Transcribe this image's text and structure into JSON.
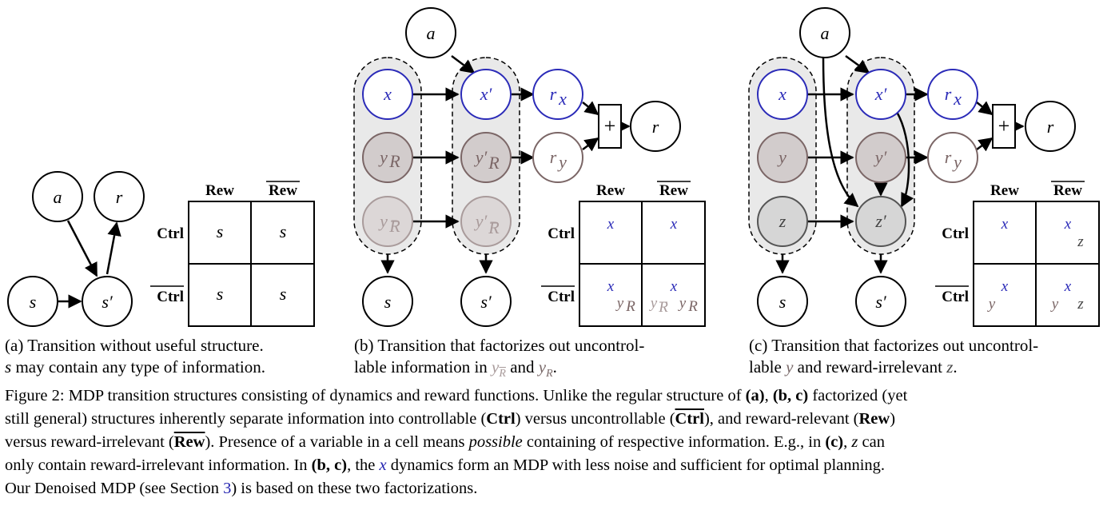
{
  "colors": {
    "controllable": "#2b2bb8",
    "uncontrollable": "#7b6666",
    "noise": "#a99b9b",
    "group_fill": "#e9e9e9"
  },
  "table_headers": {
    "rew": "Rew",
    "rew_bar": "Rew",
    "ctrl": "Ctrl",
    "ctrl_bar": "Ctrl"
  },
  "panel_a": {
    "nodes": {
      "a": "a",
      "r": "r",
      "s": "s",
      "s_prime": "s′"
    },
    "cells": {
      "ctrl_rew": "s",
      "ctrl_rewbar": "s",
      "ctrlbar_rew": "s",
      "ctrlbar_rewbar": "s"
    },
    "caption_label": "(a)",
    "caption_line1": "Transition without useful structure.",
    "caption_var": "s",
    "caption_line2": "may contain any type of information."
  },
  "panel_b": {
    "nodes": {
      "a": "a",
      "x": "x",
      "xp": "x′",
      "rx_main": "r",
      "rx_sub": "x",
      "plus": "+",
      "r": "r",
      "yR_main": "y",
      "yR_sub": "R",
      "yRp_main": "y′",
      "yRp_sub": "R",
      "ry_main": "r",
      "ry_sub": "y",
      "yRb_main": "y",
      "yRb_sub": "R",
      "yRbp_main": "y′",
      "yRbp_sub": "R",
      "s": "s",
      "s_prime": "s′"
    },
    "cells": {
      "ctrl_rew": "x",
      "ctrl_rewbar": "x",
      "ctrlbar_rew_x": "x",
      "ctrlbar_rew_y": "y",
      "ctrlbar_rew_y_sub": "R",
      "ctrlbar_rewbar_x": "x",
      "ctrlbar_rewbar_y1": "y",
      "ctrlbar_rewbar_y1_sub": "R",
      "ctrlbar_rewbar_y2": "y",
      "ctrlbar_rewbar_y2_sub": "R"
    },
    "caption_label": "(b)",
    "caption_line1": "Transition that factorizes out uncontrol-",
    "caption_line2_pre": "lable information in",
    "caption_var1": "y",
    "caption_var1_sub": "R",
    "caption_and": "and",
    "caption_var2": "y",
    "caption_var2_sub": "R",
    "caption_end": "."
  },
  "panel_c": {
    "nodes": {
      "a": "a",
      "x": "x",
      "xp": "x′",
      "rx_main": "r",
      "rx_sub": "x",
      "plus": "+",
      "r": "r",
      "y": "y",
      "yp": "y′",
      "ry_main": "r",
      "ry_sub": "y",
      "z": "z",
      "zp": "z′",
      "s": "s",
      "s_prime": "s′"
    },
    "cells": {
      "ctrl_rew": "x",
      "ctrl_rewbar_x": "x",
      "ctrl_rewbar_z": "z",
      "ctrlbar_rew_x": "x",
      "ctrlbar_rew_y": "y",
      "ctrlbar_rewbar_x": "x",
      "ctrlbar_rewbar_y": "y",
      "ctrlbar_rewbar_z": "z"
    },
    "caption_label": "(c)",
    "caption_line1": "Transition that factorizes out uncontrol-",
    "caption_line2_pre": "lable",
    "caption_var1": "y",
    "caption_mid": "and reward-irrelevant",
    "caption_var2": "z",
    "caption_end": "."
  },
  "caption": {
    "l1_a": "Figure 2: MDP transition structures consisting of dynamics and reward functions. Unlike the regular structure of ",
    "l1_b": "(a)",
    "l1_c": ", ",
    "l1_d": "(b, c)",
    "l1_e": " factorized (yet",
    "l2_a": "still general) structures inherently separate information into controllable (",
    "l2_b": "Ctrl",
    "l2_c": ") versus uncontrollable (",
    "l2_d": "Ctrl",
    "l2_e": "), and reward-relevant (",
    "l2_f": "Rew",
    "l2_g": ")",
    "l3_a": "versus reward-irrelevant (",
    "l3_b": "Rew",
    "l3_c": "). Presence of a variable in a cell means ",
    "l3_d": "possible",
    "l3_e": " containing of respective information. E.g., in ",
    "l3_f": "(c)",
    "l3_g": ", ",
    "l3_h": "z",
    "l3_i": " can",
    "l4_a": "only contain reward-irrelevant information. In ",
    "l4_b": "(b, c)",
    "l4_c": ", the ",
    "l4_d": "x",
    "l4_e": " dynamics form an MDP with less noise and sufficient for optimal planning.",
    "l5_a": "Our Denoised MDP (see Section ",
    "l5_b": "3",
    "l5_c": ") is based on these two factorizations."
  }
}
